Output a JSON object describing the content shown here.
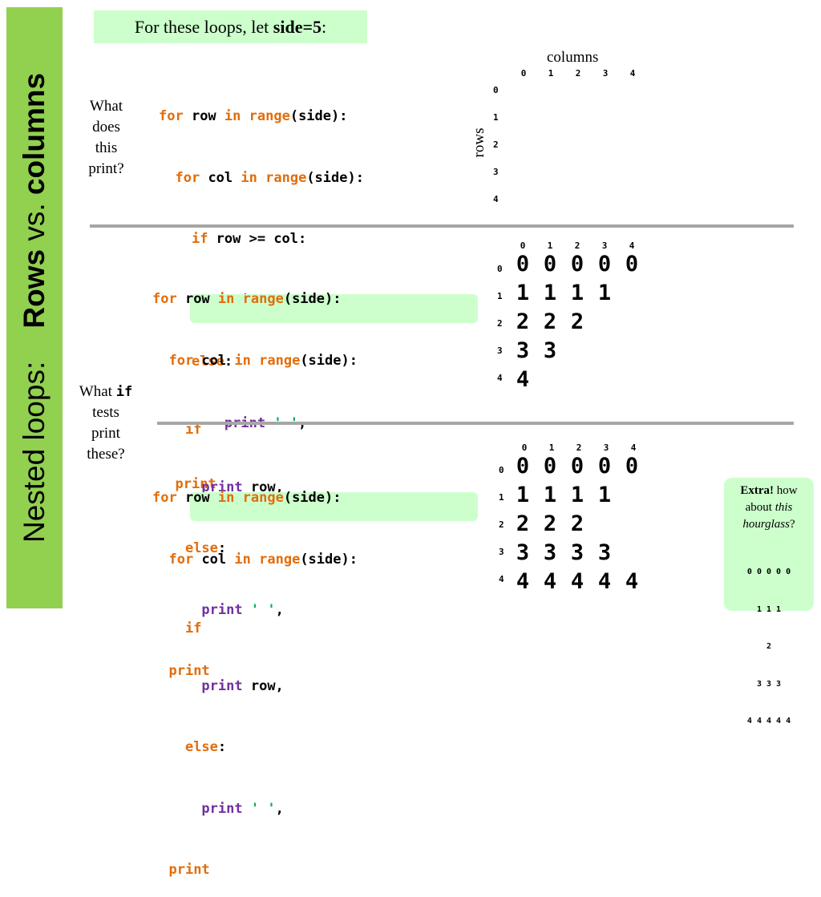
{
  "sidebar": {
    "title_plain": "Nested loops:",
    "title_bold_1": "Rows",
    "title_plain_2": " vs. ",
    "title_bold_2": "columns"
  },
  "header": {
    "prefix": "For these loops, let ",
    "bold": "side=5",
    "suffix": ":"
  },
  "section1": {
    "question": [
      "What",
      "does",
      "this",
      "print?"
    ],
    "columns_label": "columns",
    "rows_label": "rows"
  },
  "section2": {
    "question_part1": "What ",
    "question_code": "if",
    "question_rest": [
      "tests",
      "print",
      "these?"
    ],
    "grid": [
      [
        "0",
        "0",
        "0",
        "0",
        "0"
      ],
      [
        "1",
        "1",
        "1",
        "1"
      ],
      [
        "2",
        "2",
        "2"
      ],
      [
        "3",
        "3"
      ],
      [
        "4"
      ]
    ]
  },
  "section3": {
    "grid": [
      [
        "0",
        "0",
        "0",
        "0",
        "0"
      ],
      [
        "1",
        "1",
        "1",
        "1"
      ],
      [
        "2",
        "2",
        "2"
      ],
      [
        "3",
        "3",
        "3",
        "3"
      ],
      [
        "4",
        "4",
        "4",
        "4",
        "4"
      ]
    ]
  },
  "code": {
    "for": "for",
    "in": "in",
    "range": "range",
    "side": "(side):",
    "row": " row ",
    "col": " col ",
    "if": "if",
    "cond": " row >= col:",
    "print": "print",
    "print_row": " row,",
    "else": "else",
    "colon": ":",
    "space_str": "' '",
    "comma": ","
  },
  "axis": {
    "cols": [
      "0",
      "1",
      "2",
      "3",
      "4"
    ],
    "rows": [
      "0",
      "1",
      "2",
      "3",
      "4"
    ]
  },
  "extra": {
    "bold": "Extra!",
    "text1": " how",
    "text2": "about ",
    "italic1": "this",
    "italic2": "hourglass",
    "q": "?",
    "grid": [
      "0 0 0 0 0",
      "1 1 1",
      "2",
      "3 3 3",
      "4 4 4 4 4"
    ]
  }
}
